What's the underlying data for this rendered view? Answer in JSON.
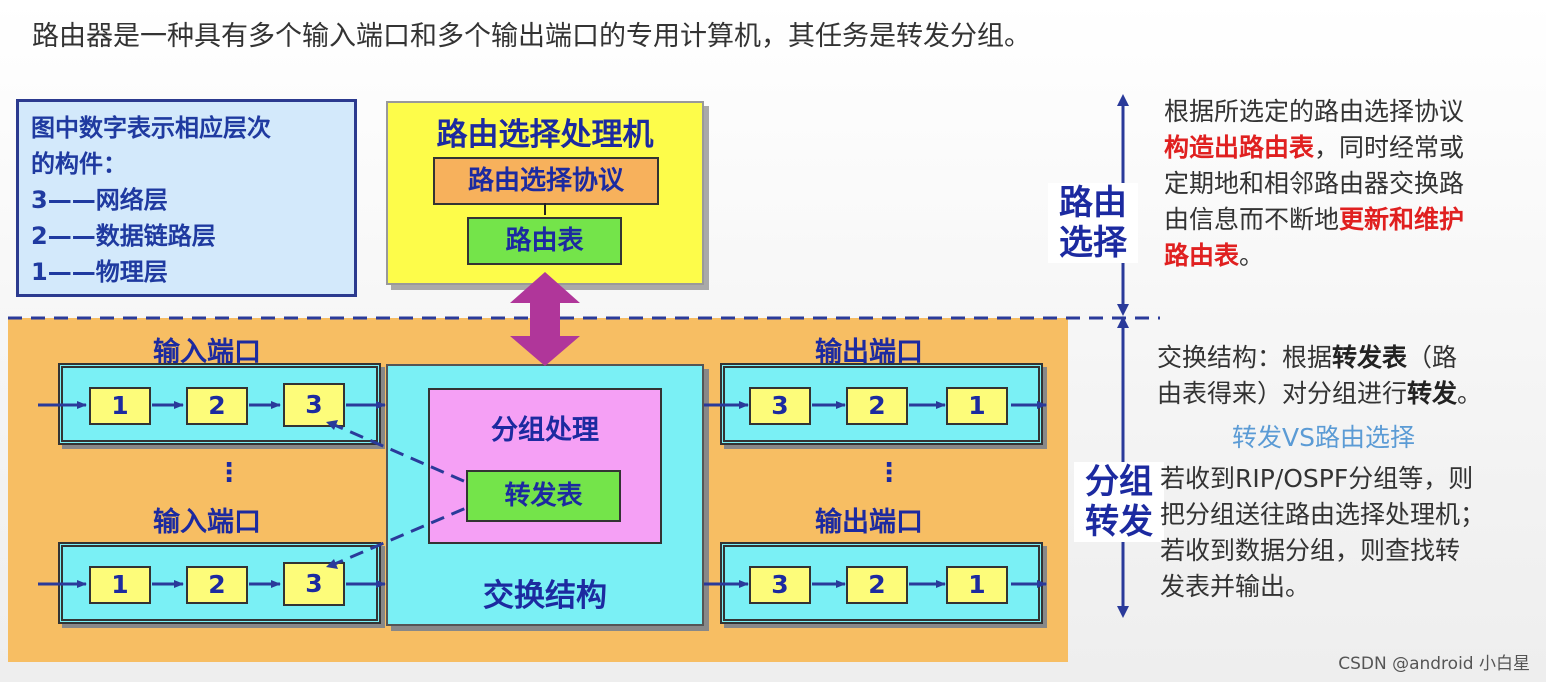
{
  "header": {
    "title": "路由器是一种具有多个输入端口和多个输出端口的专用计算机，其任务是转发分组。"
  },
  "legend": {
    "lines": [
      "图中数字表示相应层次",
      "的构件：",
      "3——网络层",
      "2——数据链路层",
      "1——物理层"
    ]
  },
  "routing_processor": {
    "title": "路由选择处理机",
    "protocol": "路由选择协议",
    "routing_table": "路由表"
  },
  "switch_fabric": {
    "packet_processing": "分组处理",
    "forwarding_table": "转发表",
    "title": "交换结构"
  },
  "input_ports": {
    "label_top": "输入端口",
    "label_bottom": "输入端口",
    "cells": [
      "1",
      "2",
      "3"
    ],
    "dots": "⋮"
  },
  "output_ports": {
    "label_top": "输出端口",
    "label_bottom": "输出端口",
    "cells": [
      "3",
      "2",
      "1"
    ],
    "dots": "⋮"
  },
  "side": {
    "routing_label_1": "路由",
    "routing_label_2": "选择",
    "forwarding_label_1": "分组",
    "forwarding_label_2": "转发"
  },
  "routing_desc": {
    "p1": "根据所选定的路由选择协议",
    "p2_red": "构造出路由表",
    "p2": "，同时经常或",
    "p3": "定期地和相邻路由器交换路",
    "p4": "由信息而不断地",
    "p4_red": "更新和维护",
    "p5_red": "路由表",
    "p5": "。"
  },
  "forwarding_desc": {
    "l1a": "交换结构：根据",
    "l1b": "转发表",
    "l1c": "（路",
    "l2a": "由表得来）对分组进行",
    "l2b": "转发",
    "l2c": "。",
    "vs": "转发VS路由选择",
    "l3": "若收到RIP/OSPF分组等，则",
    "l4": "把分组送往路由选择处理机；",
    "l5": "若收到数据分组，则查找转",
    "l6": "发表并输出。"
  },
  "watermark": "CSDN @android 小白星",
  "colors": {
    "accent_blue": "#1c2aa0",
    "highlight_red": "#e02020",
    "yellow_box": "#fdfc4a",
    "orange_area": "#f7be63",
    "cyan_box": "#7af0f5",
    "magenta_arrow": "#b0369a"
  }
}
